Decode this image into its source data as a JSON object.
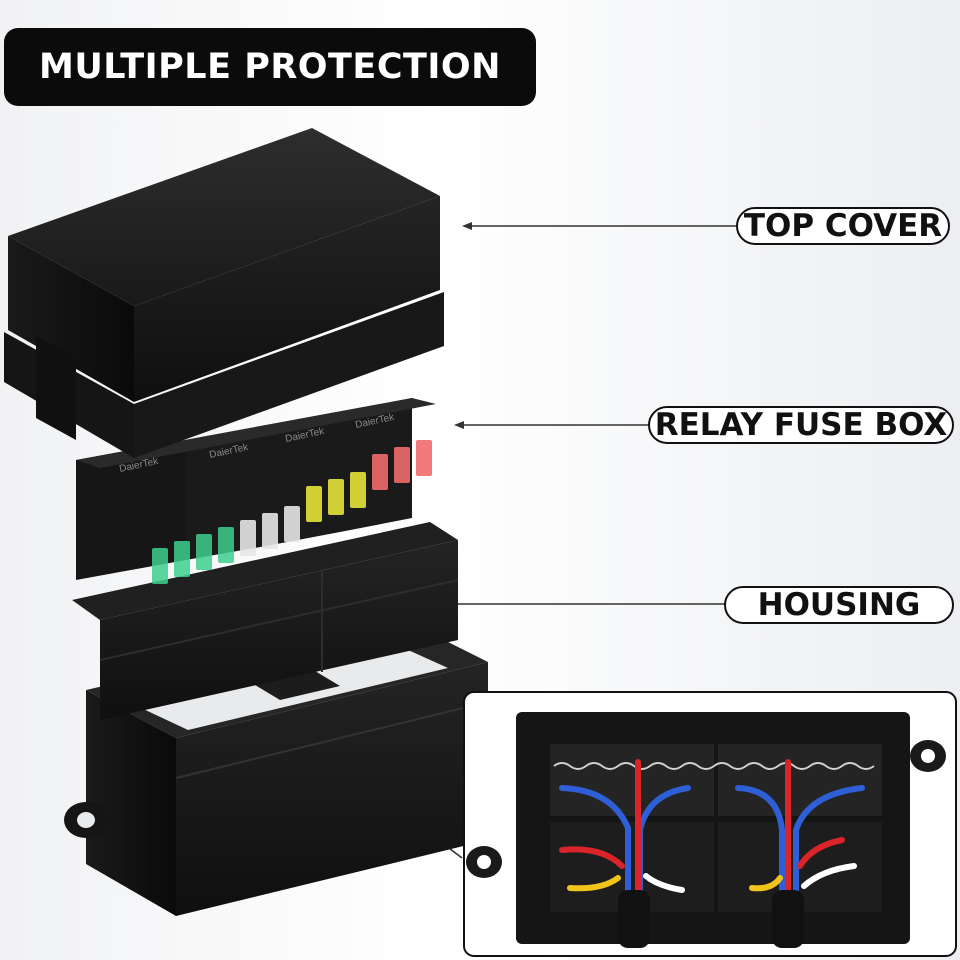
{
  "title": "MULTIPLE PROTECTION",
  "labels": {
    "top_cover": "TOP COVER",
    "relay_fuse_box": "RELAY FUSE BOX",
    "housing": "HOUSING"
  },
  "relay_brand": "DaierTek",
  "colors": {
    "plastic": "#1b1b1b",
    "fuse_green": "#3fcf8e",
    "fuse_clear": "#e6e6e6",
    "fuse_yellow": "#e6e23a",
    "fuse_red": "#f06a6a",
    "wire_red": "#d9242a",
    "wire_blue": "#2f5fd6",
    "wire_yellow": "#f0c419"
  }
}
